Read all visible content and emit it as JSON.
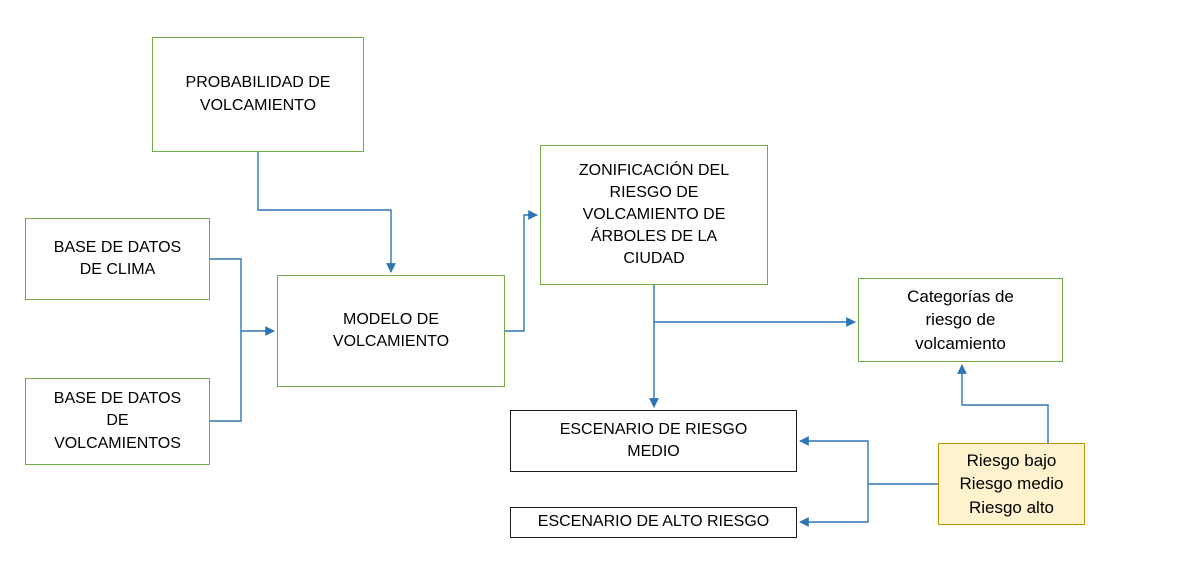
{
  "diagram": {
    "type": "flowchart",
    "boxes": {
      "probabilidad": {
        "label": "PROBABILIDAD DE\nVOLCAMIENTO"
      },
      "base_clima": {
        "label": "BASE DE DATOS\nDE CLIMA"
      },
      "base_volcamientos": {
        "label": "BASE DE DATOS\nDE\nVOLCAMIENTOS"
      },
      "modelo": {
        "label": "MODELO DE\nVOLCAMIENTO"
      },
      "zonificacion": {
        "label": "ZONIFICACIÓN DEL\nRIESGO DE\nVOLCAMIENTO DE\nÁRBOLES DE LA\nCIUDAD"
      },
      "categorias": {
        "label": "Categorías de\nriesgo de\nvolcamiento"
      },
      "escenario_medio": {
        "label": "ESCENARIO DE RIESGO\nMEDIO"
      },
      "escenario_alto": {
        "label": "ESCENARIO DE ALTO RIESGO"
      },
      "riesgos": {
        "label": "Riesgo bajo\nRiesgo medio\nRiesgo alto"
      }
    },
    "connections": [
      "probabilidad -> modelo",
      "base_clima -> modelo",
      "base_volcamientos -> modelo",
      "modelo -> zonificacion",
      "zonificacion -> categorias",
      "zonificacion -> escenario_medio",
      "riesgos -> escenario_medio",
      "riesgos -> escenario_alto",
      "riesgos -> categorias"
    ],
    "colors": {
      "green": "#70AD47",
      "black": "#1a1a1a",
      "arrow": "#2E75B6",
      "legend_fill": "#FFF2CC",
      "legend_border": "#BF9000",
      "text": "#000000",
      "bg": "#FFFFFF"
    }
  }
}
